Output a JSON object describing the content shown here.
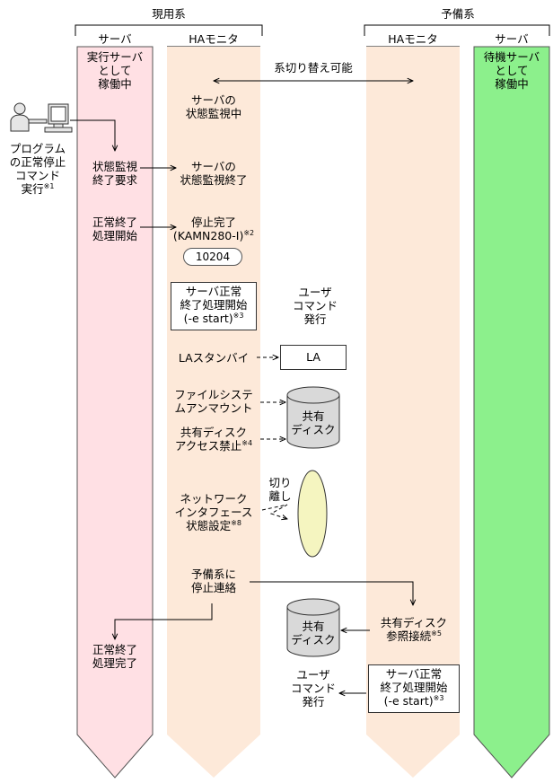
{
  "colors": {
    "server_active": "#ffe0e4",
    "ha_monitor": "#fde9d9",
    "server_standby": "#8cf08c",
    "nic": "#f5f5c0",
    "disk": "#d9d9d9"
  },
  "groups": {
    "active": "現用系",
    "standby": "予備系"
  },
  "columns": {
    "active_server": "サーバ",
    "active_ha": "HAモニタ",
    "standby_ha": "HAモニタ",
    "standby_server": "サーバ"
  },
  "header": {
    "active_server_state": "実行サーバ\nとして\n稼働中",
    "standby_server_state": "待機サーバ\nとして\n稼働中",
    "switchable": "系切り替え可能",
    "ha_monitoring": "サーバの\n状態監視中"
  },
  "operator": {
    "icon": "operator-at-computer-icon",
    "text": "プログラム\nの正常停止\nコマンド\n実行",
    "note": "※1"
  },
  "steps": {
    "stop_monitor_request": "状態監視\n終了要求",
    "monitor_end": "サーバの\n状態監視終了",
    "normal_end_start": "正常終了\n処理開始",
    "stop_complete": "停止完了\n(KAMN280-I)",
    "stop_complete_note": "※2",
    "message_code": "10204",
    "server_normal_end_box": "サーバ正常\n終了処理開始\n(-e start)",
    "server_normal_end_note": "※3",
    "user_command": "ユーザ\nコマンド\n発行",
    "la_standby": "LAスタンバイ",
    "la_box": "LA",
    "fs_unmount": "ファイルシステ\nムアンマウント",
    "disk_access_ban": "共有ディスク\nアクセス禁止",
    "disk_access_ban_note": "※4",
    "shared_disk": "共有\nディスク",
    "network_interface": "ネットワーク\nインタフェース\n状態設定",
    "network_interface_note": "※8",
    "disconnect": "切り\n離し",
    "notify_standby": "予備系に\n停止連絡",
    "shared_disk_connect": "共有ディスク\n参照接続",
    "shared_disk_connect_note": "※5",
    "normal_end_complete": "正常終了\n処理完了",
    "standby_user_command": "ユーザ\nコマンド\n発行",
    "standby_server_normal_end_box": "サーバ正常\n終了処理開始\n(-e start)",
    "standby_server_normal_end_note": "※3"
  }
}
